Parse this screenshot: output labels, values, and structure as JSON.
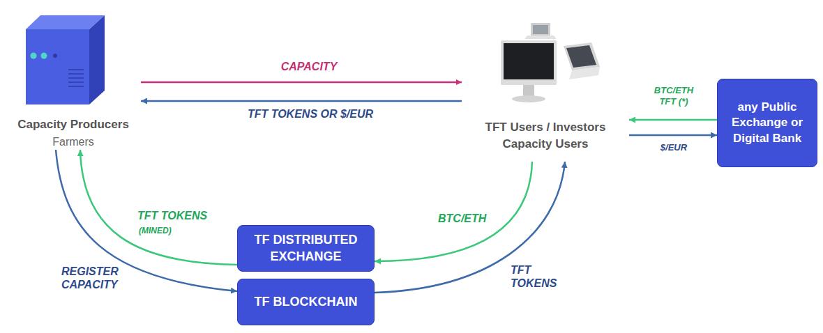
{
  "diagram": {
    "nodes": [
      {
        "text": [
          "Capacity Producers",
          "Farmers"
        ]
      },
      {
        "text": [
          "TFT Users / Investors Capacity Users"
        ]
      },
      {
        "text": [
          "any Public Exchange or Digital Bank"
        ]
      },
      {
        "text": [
          "TF DISTRIBUTED EXCHANGE"
        ]
      },
      {
        "text": [
          "TF BLOCKCHAIN"
        ]
      }
    ],
    "edges": [
      {
        "from": 0,
        "to": 1,
        "label": "CAPACITY",
        "arrow": "to"
      },
      {
        "from": 1,
        "to": 0,
        "label": "TFT TOKENS OR $/EUR",
        "arrow": "to"
      },
      {
        "from": 2,
        "to": 1,
        "label": "BTC/ETH TFT (*)",
        "arrow": "to"
      },
      {
        "from": 1,
        "to": 2,
        "label": "$/EUR",
        "arrow": "to"
      },
      {
        "from": 0,
        "to": 4,
        "label": "REGISTER CAPACITY",
        "arrow": "to"
      },
      {
        "from": 3,
        "to": 0,
        "label": "TFT TOKENS",
        "arrow": "to"
      },
      {
        "from": 1,
        "to": 3,
        "label": "BTC/ETH",
        "arrow": "to"
      },
      {
        "from": 4,
        "to": 1,
        "label": "TFT TOKENS",
        "arrow": "to"
      }
    ],
    "labels": [
      "(MINED)"
    ]
  }
}
